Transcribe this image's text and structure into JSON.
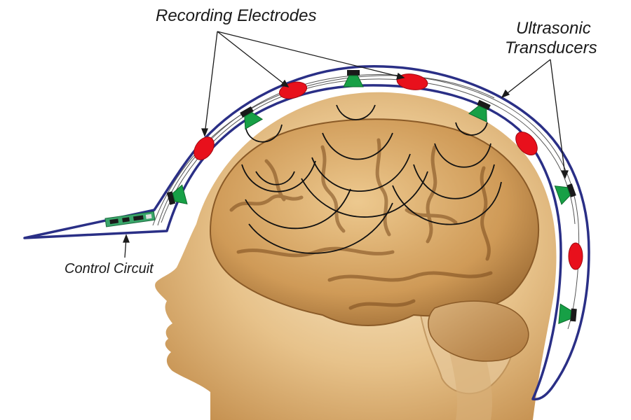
{
  "labels": {
    "recording_electrodes": "Recording Electrodes",
    "ultrasonic_line1": "Ultrasonic",
    "ultrasonic_line2": "Transducers",
    "control_circuit": "Control Circuit"
  },
  "colors": {
    "helmet_outline": "#2a2f86",
    "electrode": "#e8101c",
    "transducer": "#17a046",
    "transducer_base": "#1a1a1a",
    "circuit_board": "#3aa66a",
    "skin_light": "#f3dcb3",
    "skin_mid": "#d9ad6e",
    "skin_dark": "#a9743a",
    "brain_light": "#e0b476",
    "brain_dark": "#7a4a1c",
    "wave": "#111111",
    "wire": "#444444"
  },
  "icons": [
    "electrode-icon",
    "transducer-icon",
    "circuit-board-icon",
    "brain-illustration",
    "head-illustration"
  ]
}
